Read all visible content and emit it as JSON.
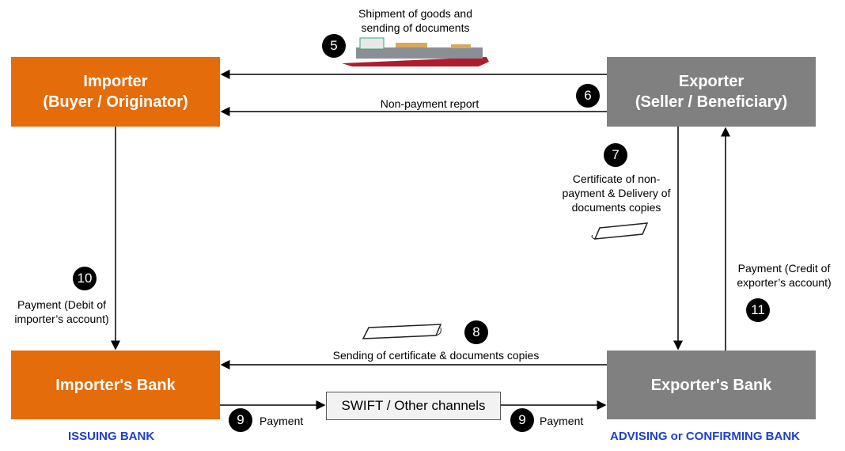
{
  "parties": {
    "importer": {
      "line1": "Importer",
      "line2": "(Buyer / Originator)"
    },
    "exporter": {
      "line1": "Exporter",
      "line2": "(Seller / Beneficiary)"
    },
    "importer_bank": "Importer's Bank",
    "exporter_bank": "Exporter's Bank"
  },
  "bank_roles": {
    "issuing": "ISSUING BANK",
    "advising": "ADVISING or CONFIRMING BANK"
  },
  "channel": "SWIFT / Other channels",
  "steps": [
    {
      "num": "5",
      "text_line1": "Shipment of goods and",
      "text_line2": "sending of documents"
    },
    {
      "num": "6",
      "text": "Non-payment report"
    },
    {
      "num": "7",
      "text_line1": "Certificate of non-",
      "text_line2": "payment & Delivery of",
      "text_line3": "documents copies"
    },
    {
      "num": "8",
      "text": "Sending of certificate & documents copies"
    },
    {
      "num": "9",
      "text": "Payment"
    },
    {
      "num": "9",
      "text": "Payment"
    },
    {
      "num": "10",
      "text_line1": "Payment (Debit of",
      "text_line2": "importer’s account)"
    },
    {
      "num": "11",
      "text_line1": "Payment (Credit of",
      "text_line2": "exporter’s account)"
    }
  ],
  "colors": {
    "importer": "#E46C0A",
    "exporter": "#808080",
    "bank_role": "#1f3fcf"
  }
}
